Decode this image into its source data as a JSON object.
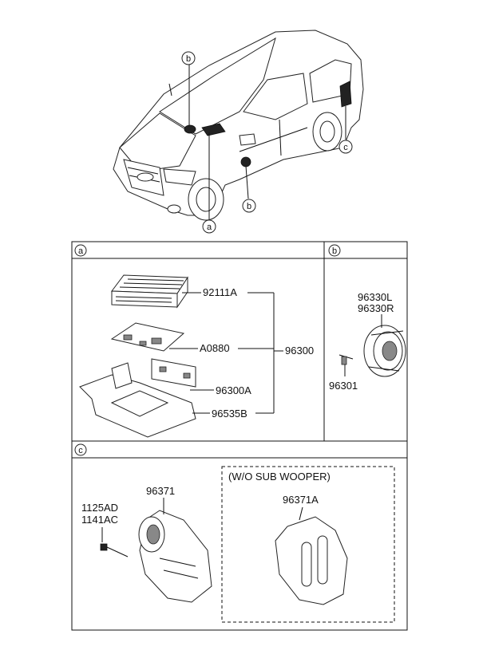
{
  "callouts": {
    "a": "a",
    "b": "b",
    "c": "c"
  },
  "section_a": {
    "parts": [
      "92111A",
      "A0880",
      "96300A",
      "96535B"
    ],
    "assembly": "96300"
  },
  "section_b": {
    "speaker_l": "96330L",
    "speaker_r": "96330R",
    "screw": "96301"
  },
  "section_c": {
    "bolt_1": "1125AD",
    "bolt_2": "1141AC",
    "woofer": "96371",
    "variant_title": "(W/O SUB WOOPER)",
    "variant_part": "96371A"
  }
}
